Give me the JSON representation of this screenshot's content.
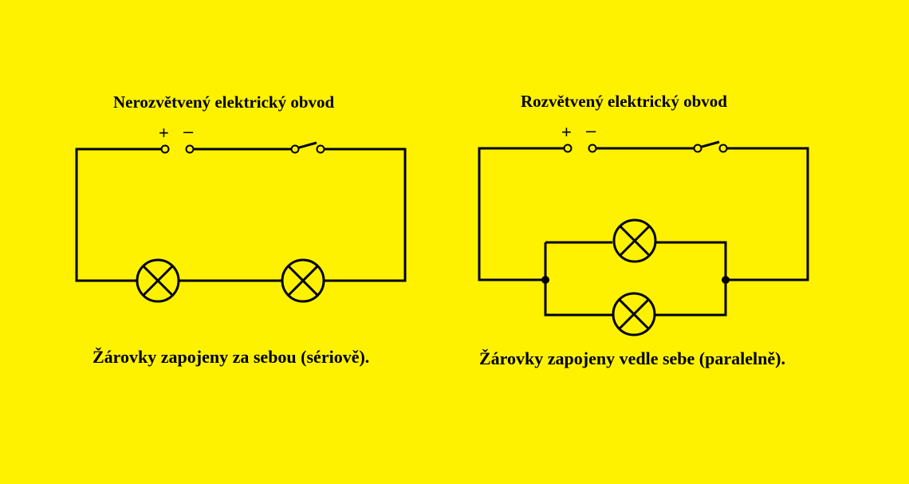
{
  "colors": {
    "background": "#FFF200",
    "line": "#000000"
  },
  "left_circuit": {
    "title": "Nerozvětvený elektrický obvod",
    "caption": "Žárovky zapojeny za sebou (sériově).",
    "plus": "+",
    "minus": "–",
    "components": [
      "battery",
      "switch-icon",
      "bulb-icon",
      "bulb-icon"
    ]
  },
  "right_circuit": {
    "title": "Rozvětvený elektrický obvod",
    "caption": "Žárovky zapojeny vedle sebe (paralelně).",
    "plus": "+",
    "minus": "–",
    "components": [
      "battery",
      "switch-icon",
      "bulb-icon",
      "bulb-icon",
      "junction-dot",
      "junction-dot"
    ]
  }
}
